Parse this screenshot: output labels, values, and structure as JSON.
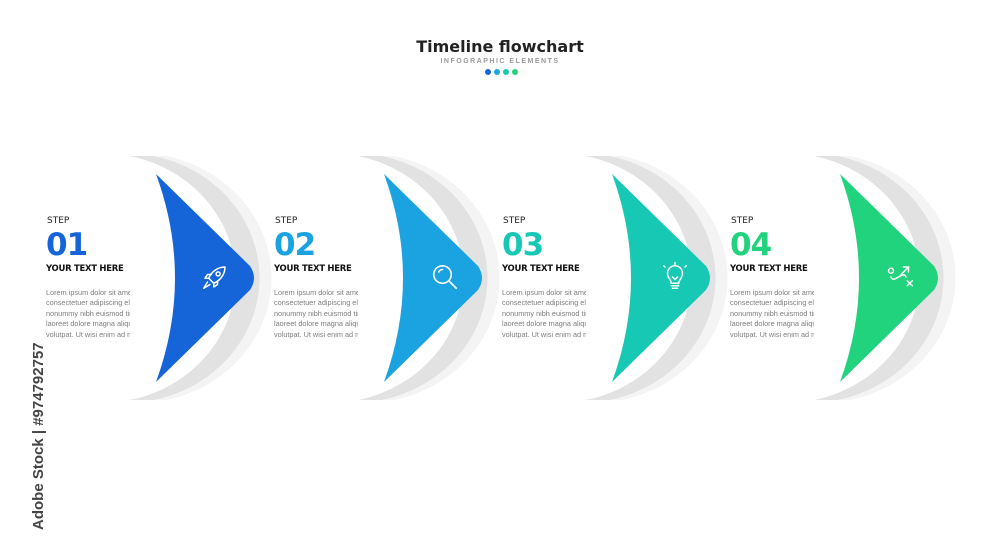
{
  "header": {
    "title": "Timeline flowchart",
    "subtitle": "INFOGRAPHIC ELEMENTS",
    "dot_colors": [
      "#1565d8",
      "#1aa3e0",
      "#17c9b4",
      "#22d37e"
    ]
  },
  "steps": [
    {
      "label": "STEP",
      "number": "01",
      "heading": "YOUR TEXT HERE",
      "body": "Lorem ipsum dolor sit amet,\nconsectetuer adipiscing elit,\nnonummy nibh euismod tincidunt\nlaoreet dolore magna aliquam\nvolutpat. Ut wisi enim ad minim",
      "color": "#1565d8",
      "icon": "rocket-icon"
    },
    {
      "label": "STEP",
      "number": "02",
      "heading": "YOUR TEXT HERE",
      "body": "Lorem ipsum dolor sit amet,\nconsectetuer adipiscing elit,\nnonummy nibh euismod tincidunt\nlaoreet dolore magna aliquam\nvolutpat. Ut wisi enim ad minim",
      "color": "#1aa3e0",
      "icon": "magnifier-icon"
    },
    {
      "label": "STEP",
      "number": "03",
      "heading": "YOUR TEXT HERE",
      "body": "Lorem ipsum dolor sit amet,\nconsectetuer adipiscing elit,\nnonummy nibh euismod tincidunt\nlaoreet dolore magna aliquam\nvolutpat. Ut wisi enim ad minim",
      "color": "#17c9b4",
      "icon": "lightbulb-icon"
    },
    {
      "label": "STEP",
      "number": "04",
      "heading": "YOUR TEXT HERE",
      "body": "Lorem ipsum dolor sit amet,\nconsectetuer adipiscing elit,\nnonummy nibh euismod tincidunt\nlaoreet dolore magna aliquam\nvolutpat. Ut wisi enim ad minim",
      "color": "#22d37e",
      "icon": "strategy-icon"
    }
  ],
  "watermark": {
    "text": "Adobe Stock | #974792757"
  }
}
